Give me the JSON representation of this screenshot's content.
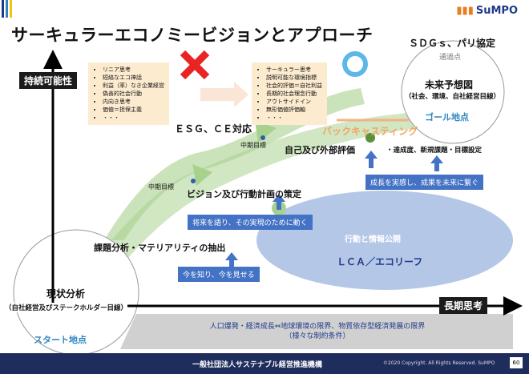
{
  "header": {
    "title": "サーキュラーエコノミービジョンとアプローチ",
    "logo_text": "SuMPO",
    "bar_colors": [
      "#1f3a8a",
      "#2e86c1",
      "#f1c40f"
    ]
  },
  "axes": {
    "y_label": "持続可能性",
    "x_label": "長期思考"
  },
  "old_thinking": {
    "items": [
      "リニア思考",
      "短絡なエコ神話",
      "利益（率）なき企業経営",
      "偽善的社会行動",
      "内向き思考",
      "価値＝担保主義",
      "・・・"
    ],
    "mark": "✖"
  },
  "new_thinking": {
    "items": [
      "サーキュラー思考",
      "説明可能な環境指標",
      "社会的評価＝自社利益",
      "長期的社会理念行動",
      "アウトサイドイン",
      "無形価値評価軸",
      "・・・"
    ],
    "mark": "◯"
  },
  "goal": {
    "sdgs": "ＳＤＧｓ、パリ協定",
    "sdgs_sub": "通過点",
    "vision": "未来予想図",
    "vision_sub": "（社会、環境、自社経営目線）",
    "goal_label": "ゴール地点"
  },
  "steps": {
    "esg": "ＥＳＧ、ＣＥ対応",
    "backcasting": "バックキャスティング",
    "mid_goal_1": "中期目標",
    "mid_goal_2": "中期目標",
    "self_eval": "自己及び外部評価",
    "self_eval_detail": "・達成度、新規課題・目標設定",
    "vision_plan": "ビジョン及び行動計画の策定",
    "materiality": "課題分析・マテリアリティの抽出",
    "current": "現状分析",
    "current_sub": "（自社経営及びステークホルダー目線）",
    "start_label": "スタート地点"
  },
  "blue_boxes": {
    "growth": "成長を実感し、成果を未来に繋ぐ",
    "future": "将来を語り、その実現のために動く",
    "present": "今を知り、今を見せる"
  },
  "ellipse": {
    "title": "行動と情報公開",
    "lca": "ＬＣＡ／エコリーフ"
  },
  "constraints": {
    "line1": "人口爆発・経済成長⇔地球環境の限界、物質依存型経済発展の限界",
    "line2": "（様々な制約条件）"
  },
  "footer": {
    "org": "一般社団法人サステナブル経営推進機構",
    "copyright": "©2020 Copyright. All Rights Reserved. SuMPO",
    "page": "60"
  }
}
